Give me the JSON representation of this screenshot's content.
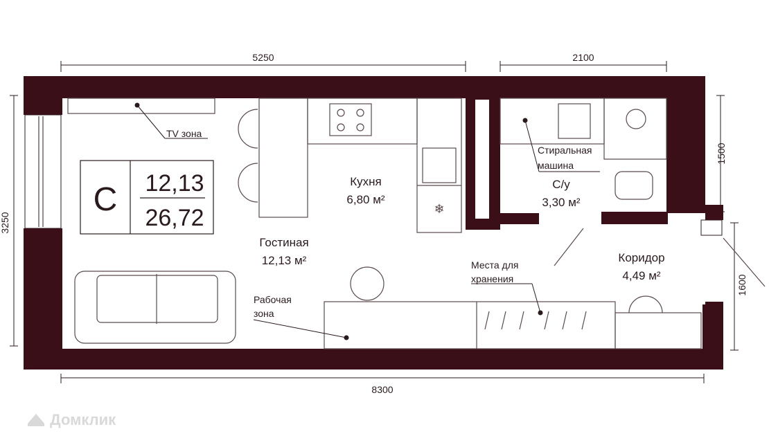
{
  "dimensions": {
    "top_left": "5250",
    "top_right": "2100",
    "bottom": "8300",
    "left": "3250",
    "right_top": "1500",
    "right_bottom": "1600"
  },
  "badge": {
    "letter": "C",
    "living_area": "12,13",
    "total_area": "26,72"
  },
  "rooms": {
    "kitchen_name": "Кухня",
    "kitchen_area": "6,80 м²",
    "living_name": "Гостиная",
    "living_area": "12,13 м²",
    "bath_name": "С/у",
    "bath_area": "3,30  м²",
    "corridor_name": "Коридор",
    "corridor_area": "4,49  м²"
  },
  "notes": {
    "tv": "TV зона",
    "washer_1": "Стиральная",
    "washer_2": "машина",
    "work_1": "Рабочая",
    "work_2": "зона",
    "storage_1": "Места для",
    "storage_2": "хранения"
  },
  "watermark": "Домклик",
  "colors": {
    "wall": "#3a0f17",
    "line": "#2a1a1c",
    "furniture": "#5a4a4c"
  }
}
